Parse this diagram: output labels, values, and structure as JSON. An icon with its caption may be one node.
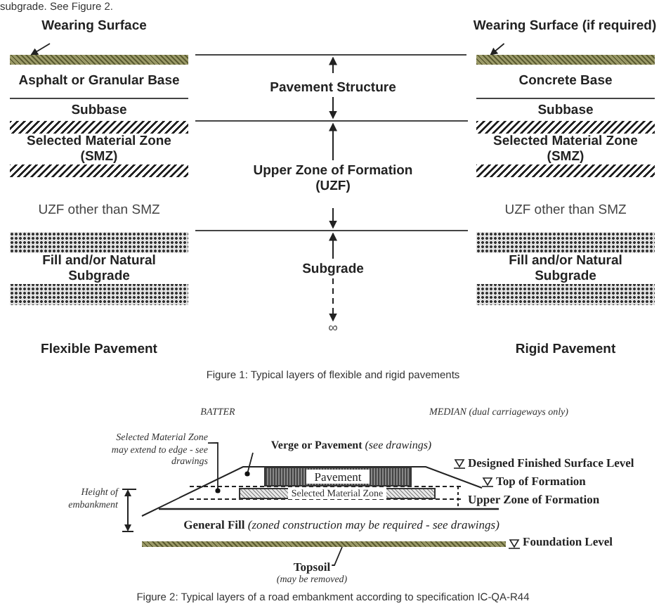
{
  "diagram": {
    "nodes": [
      {
        "text": [
          "Wearing Surface"
        ]
      },
      {
        "text": [],
        "shape": "bar"
      },
      {
        "text": [
          "Wearing Surface (if required)"
        ]
      },
      {
        "text": [],
        "shape": "bar"
      },
      {
        "text": [
          "Selected Material Zone (SMZ)"
        ]
      },
      {
        "text": [
          "Selected Material Zone (SMZ)"
        ]
      },
      {
        "text": [
          "Fill and/or Natural Subgrade"
        ]
      },
      {
        "text": [
          "Fill and/or Natural Subgrade"
        ]
      },
      {
        "text": [
          "Selected Material Zone may extend to edge - see drawings"
        ]
      },
      {
        "text": [
          "**Verge or Pavement** *(see drawings)*"
        ]
      },
      {
        "text": [
          "Pavement"
        ]
      },
      {
        "text": [
          "Selected Material Zone"
        ]
      },
      {
        "text": [
          "Topsoil",
          "(may be removed)"
        ]
      },
      {
        "text": [],
        "shape": "bar"
      }
    ],
    "edges": [
      {
        "from": 0,
        "to": 1,
        "arrow": "to"
      },
      {
        "from": 2,
        "to": 3,
        "arrow": "to"
      },
      {
        "from": 8,
        "to": null,
        "arrow": "other"
      },
      {
        "from": 9,
        "to": null,
        "arrow": "other"
      },
      {
        "from": 12,
        "to": 13,
        "arrow": "none"
      }
    ],
    "labels": [
      "subgrade. See Figure 2.",
      "Asphalt or Granular Base",
      "Pavement Structure",
      "Concrete Base",
      "Subbase",
      "Subbase",
      "Upper Zone of Formation (UZF)",
      "UZF other than SMZ",
      "UZF other than SMZ",
      "Subgrade",
      "∞",
      "Flexible Pavement",
      "Rigid Pavement",
      "Figure 1: Typical layers of flexible and rigid pavements",
      "BATTER",
      "MEDIAN (dual carriageways only)",
      "Designed Finished Surface Level",
      "Top of Formation",
      "Height of embankment",
      "Upper Zone of Formation",
      "**General Fill** *(zoned construction may be required - see drawings)*",
      "Foundation Level",
      "Figure 2: Typical layers of a road embankment according to specification IC-QA-R44"
    ]
  }
}
